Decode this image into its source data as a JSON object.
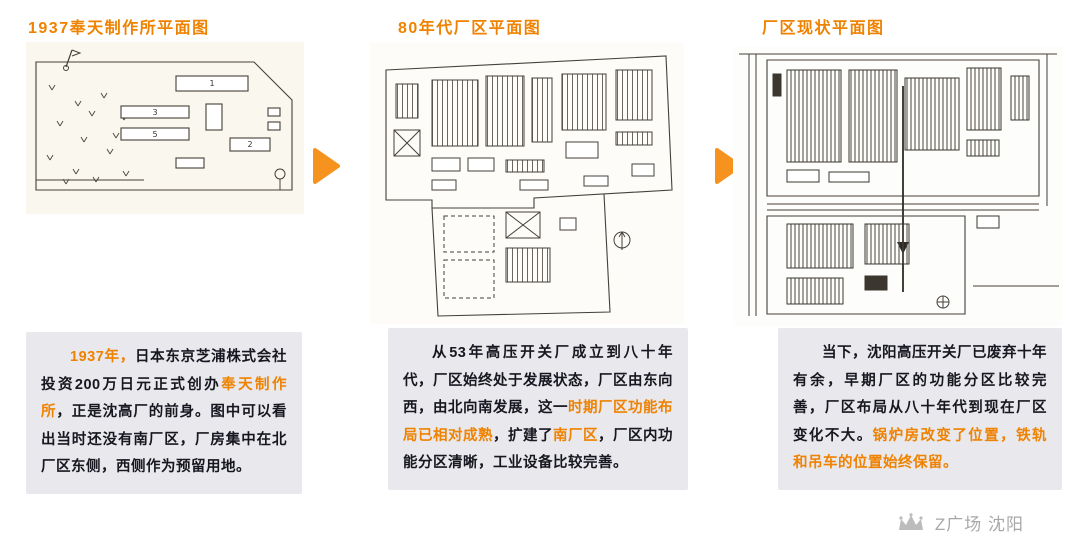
{
  "colors": {
    "accent": "#ef8200",
    "arrow": "#f6931e",
    "textblock_bg": "#e8e8ed",
    "text": "#17171f",
    "watermark": "#a8a8a8",
    "sketch": "#45403a"
  },
  "panels": [
    {
      "title": "1937奉天制作所平面图",
      "plan_labels": [
        "1",
        "3",
        "5",
        "2"
      ],
      "segments": [
        {
          "t": "1937年，",
          "c": "accent"
        },
        {
          "t": "日本东京芝浦株式会社投资200万日元正式创办",
          "c": "normal"
        },
        {
          "t": "奉天制作所",
          "c": "accent"
        },
        {
          "t": "，正是沈高厂的前身。图中可以看出当时还没有南厂区，厂房集中在北厂区东侧，西侧作为预留用地。",
          "c": "normal"
        }
      ]
    },
    {
      "title": "80年代厂区平面图",
      "segments": [
        {
          "t": "从53年高压开关厂成立到八十年代，厂区始终处于发展状态，厂区由东向西，由北向南发展，这一",
          "c": "normal"
        },
        {
          "t": "时期厂区功能布局已相对成熟",
          "c": "accent"
        },
        {
          "t": "，扩建了",
          "c": "normal"
        },
        {
          "t": "南厂区",
          "c": "accent"
        },
        {
          "t": "，厂区内功能分区清晰，工业设备比较完善。",
          "c": "normal"
        }
      ]
    },
    {
      "title": "厂区现状平面图",
      "segments": [
        {
          "t": "当下，沈阳高压开关厂已废弃十年有余，早期厂区的功能分区比较完善，厂区布局从八十年代到现在厂区变化不大。",
          "c": "normal"
        },
        {
          "t": "锅炉房改变了位置，铁轨和吊车的位置始终保留。",
          "c": "accent"
        }
      ]
    }
  ],
  "watermark": {
    "text": "Z广场 沈阳"
  }
}
